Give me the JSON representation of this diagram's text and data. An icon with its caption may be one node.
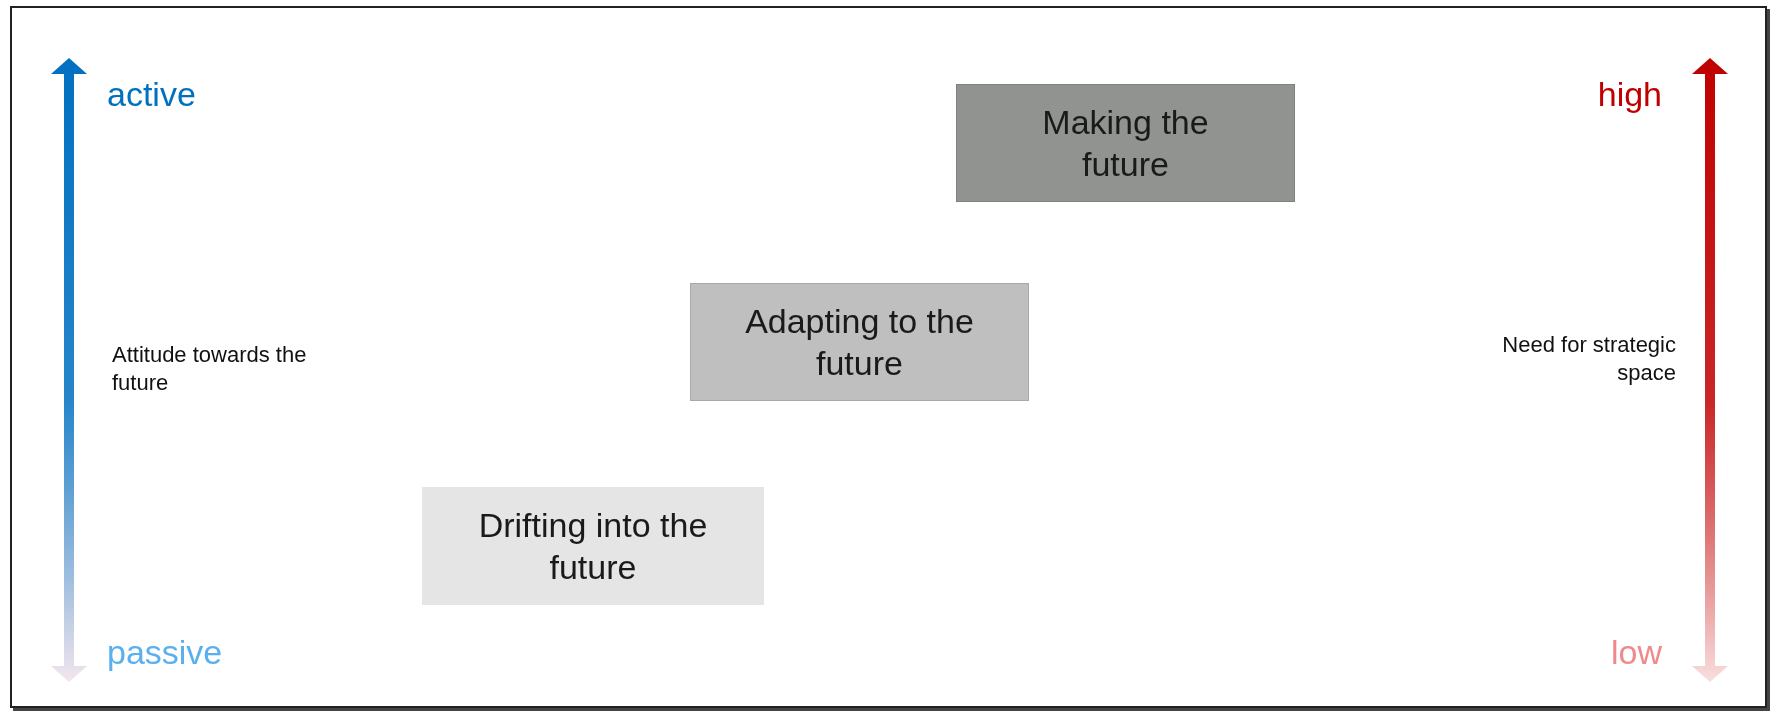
{
  "diagram": {
    "nodes": [
      {
        "text": [
          "Making the future"
        ]
      },
      {
        "text": [
          "Adapting to the future"
        ]
      },
      {
        "text": [
          "Drifting into the future"
        ]
      }
    ],
    "labels": [
      "active",
      "high",
      "Attitude towards the future",
      "Need for strategic space",
      "passive",
      "low"
    ]
  }
}
